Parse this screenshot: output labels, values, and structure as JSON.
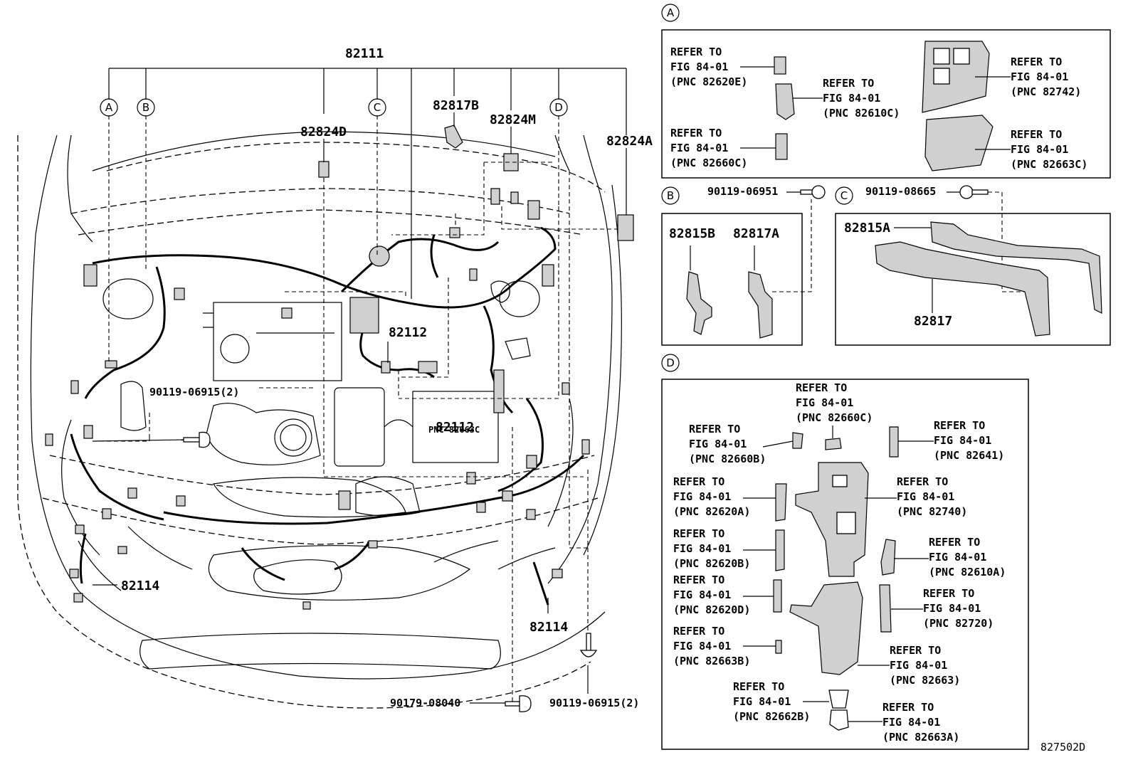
{
  "main": {
    "labels": {
      "l82111": "82111",
      "l82824d": "82824D",
      "l82817b": "82817B",
      "l82824m": "82824M",
      "l82824a": "82824A",
      "l82112a": "82112",
      "l82112b": "82112",
      "l82114a": "82114",
      "l82114b": "82114",
      "bolt1": "90119-06915(2)",
      "bolt2": "90179-08040",
      "bolt3": "90119-06915(2)",
      "overlap": "PNC 82663C"
    },
    "callouts": [
      "A",
      "B",
      "C",
      "D"
    ]
  },
  "panelA": {
    "letter": "A",
    "items": [
      {
        "l1": "REFER TO",
        "l2": "FIG 84-01",
        "l3": "(PNC 82620E)"
      },
      {
        "l1": "REFER TO",
        "l2": "FIG 84-01",
        "l3": "(PNC 82610C)"
      },
      {
        "l1": "REFER TO",
        "l2": "FIG 84-01",
        "l3": "(PNC 82660C)"
      },
      {
        "l1": "REFER TO",
        "l2": "FIG 84-01",
        "l3": "(PNC 82742)"
      },
      {
        "l1": "REFER TO",
        "l2": "FIG 84-01",
        "l3": "(PNC 82663C)"
      }
    ]
  },
  "panelB": {
    "letter": "B",
    "bolt": "90119-06951",
    "p1": "82815B",
    "p2": "82817A"
  },
  "panelC": {
    "letter": "C",
    "bolt": "90119-08665",
    "p1": "82815A",
    "p2": "82817"
  },
  "panelD": {
    "letter": "D",
    "items": [
      {
        "l1": "REFER TO",
        "l2": "FIG 84-01",
        "l3": "(PNC 82660C)"
      },
      {
        "l1": "REFER TO",
        "l2": "FIG 84-01",
        "l3": "(PNC 82660B)"
      },
      {
        "l1": "REFER TO",
        "l2": "FIG 84-01",
        "l3": "(PNC 82641)"
      },
      {
        "l1": "REFER TO",
        "l2": "FIG 84-01",
        "l3": "(PNC 82620A)"
      },
      {
        "l1": "REFER TO",
        "l2": "FIG 84-01",
        "l3": "(PNC 82740)"
      },
      {
        "l1": "REFER TO",
        "l2": "FIG 84-01",
        "l3": "(PNC 82620B)"
      },
      {
        "l1": "REFER TO",
        "l2": "FIG 84-01",
        "l3": "(PNC 82610A)"
      },
      {
        "l1": "REFER TO",
        "l2": "FIG 84-01",
        "l3": "(PNC 82620D)"
      },
      {
        "l1": "REFER TO",
        "l2": "FIG 84-01",
        "l3": "(PNC 82720)"
      },
      {
        "l1": "REFER TO",
        "l2": "FIG 84-01",
        "l3": "(PNC 82663B)"
      },
      {
        "l1": "REFER TO",
        "l2": "FIG 84-01",
        "l3": "(PNC 82663)"
      },
      {
        "l1": "REFER TO",
        "l2": "FIG 84-01",
        "l3": "(PNC 82662B)"
      },
      {
        "l1": "REFER TO",
        "l2": "FIG 84-01",
        "l3": "(PNC 82663A)"
      }
    ]
  },
  "figure_id": "827502D"
}
